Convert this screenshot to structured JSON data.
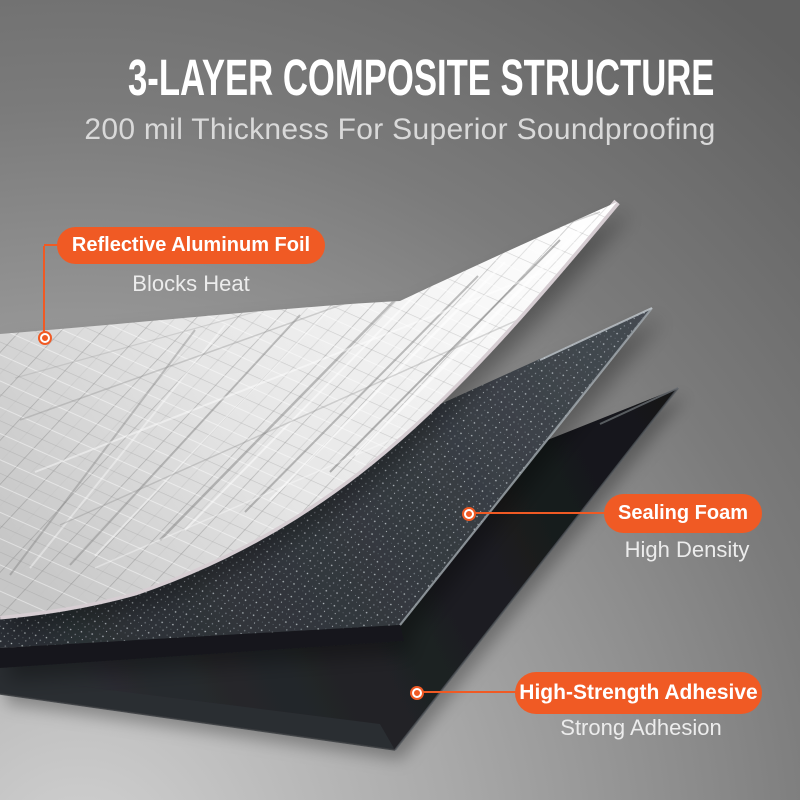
{
  "header": {
    "title": "3-LAYER COMPOSITE STRUCTURE",
    "subtitle": "200 mil Thickness For Superior Soundproofing"
  },
  "callouts": [
    {
      "label": "Reflective Aluminum Foil",
      "sublabel": "Blocks Heat",
      "layer": "aluminum-foil"
    },
    {
      "label": "Sealing Foam",
      "sublabel": "High Density",
      "layer": "sealing-foam"
    },
    {
      "label": "High-Strength Adhesive",
      "sublabel": "Strong Adhesion",
      "layer": "adhesive"
    }
  ],
  "colors": {
    "accent": "#F05A24",
    "background_top": "#666666",
    "background_bottom": "#cbcbcb",
    "foil": "#ededed",
    "foil_edge": "#d6cdd2",
    "foam": "#363b40",
    "adhesive": "#1d1f22",
    "title_text": "#ffffff",
    "subtitle_text": "#d9d9d9"
  }
}
